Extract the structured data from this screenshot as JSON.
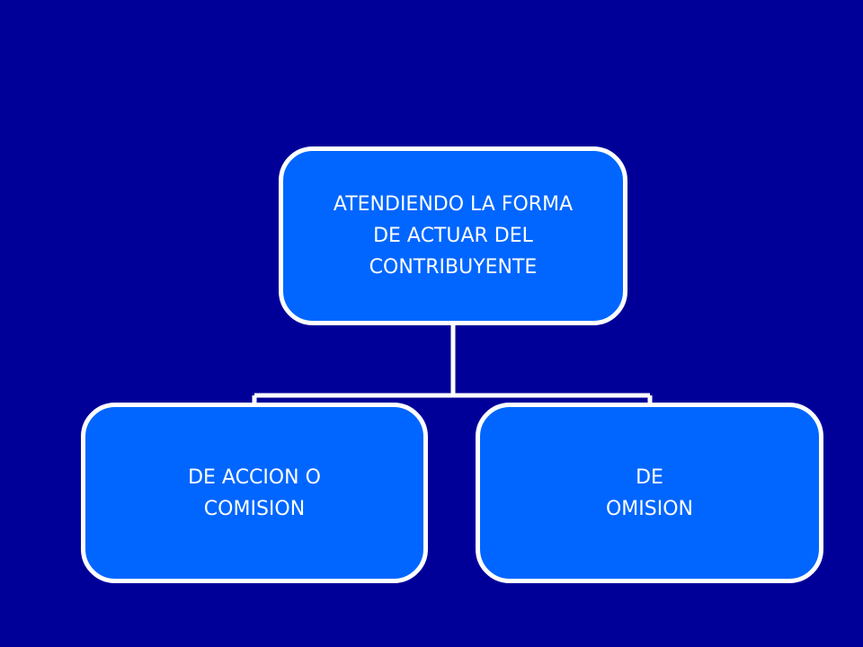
{
  "diagram": {
    "root": {
      "label": "ATENDIENDO LA FORMA\nDE ACTUAR DEL\nCONTRIBUYENTE"
    },
    "children": [
      {
        "label": "DE ACCION O\nCOMISION"
      },
      {
        "label": "DE\nOMISION"
      }
    ]
  },
  "colors": {
    "background": "#000099",
    "node_fill": "#0066ff",
    "node_border": "#ffffff",
    "connector": "#ffffff",
    "text": "#ffffff"
  }
}
